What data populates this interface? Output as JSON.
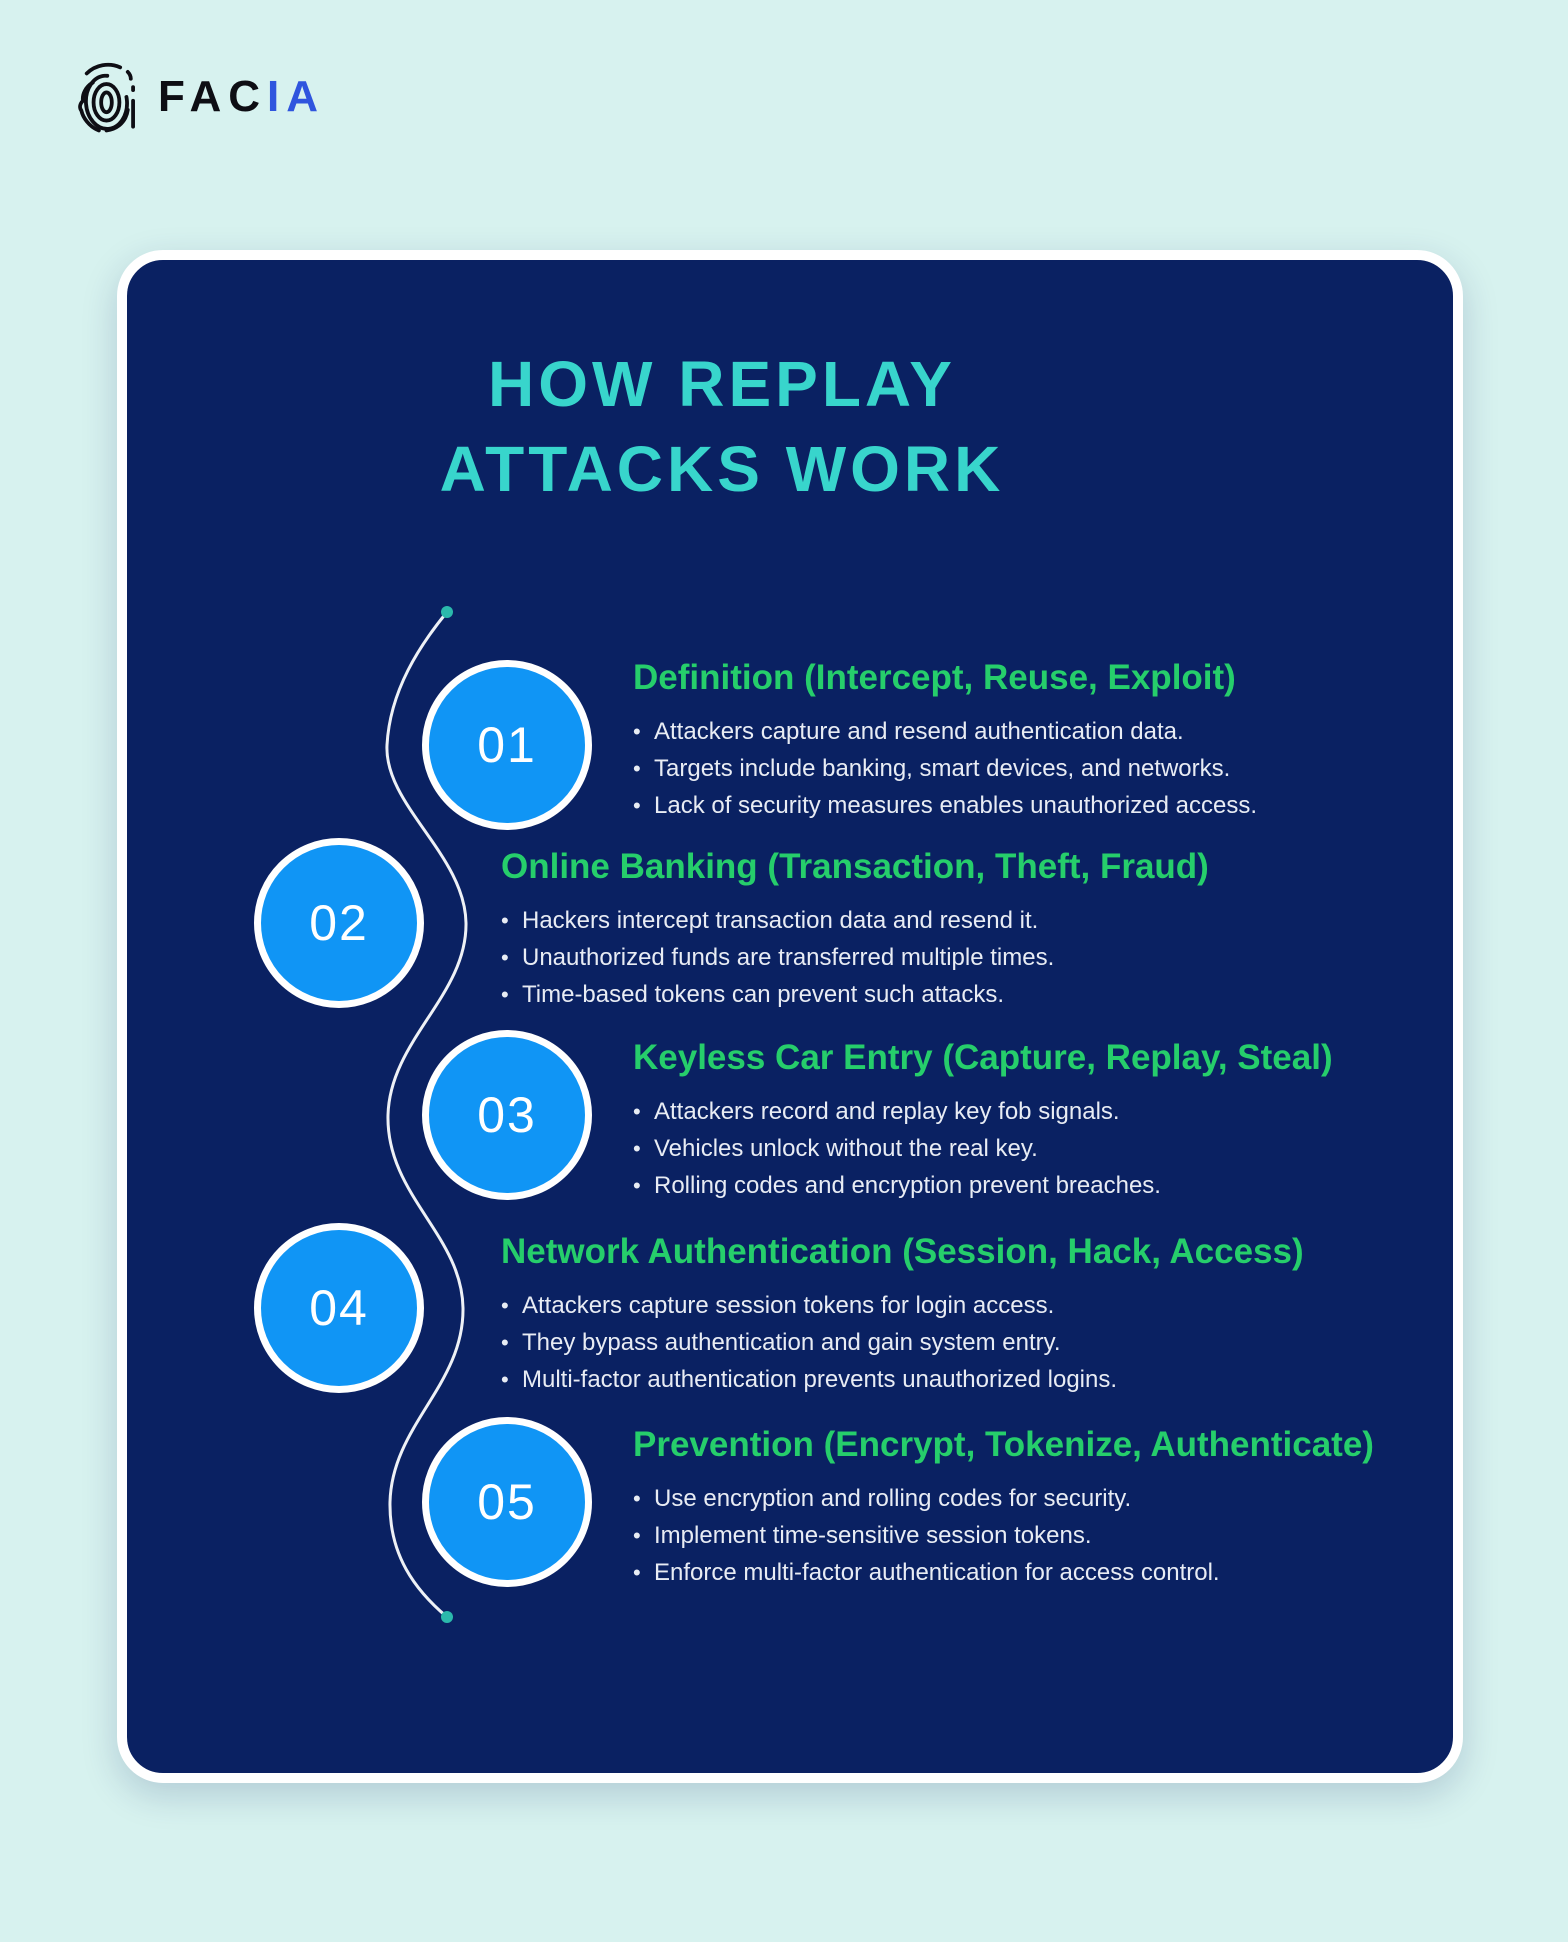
{
  "logo": {
    "brand_black": "FAC",
    "brand_blue": "IA"
  },
  "title": {
    "line1": "HOW REPLAY",
    "line2": "ATTACKS WORK"
  },
  "steps": [
    {
      "number": "01",
      "heading": "Definition (Intercept, Reuse, Exploit)",
      "bullets": [
        "Attackers capture and resend authentication data.",
        "Targets include banking, smart devices, and networks.",
        "Lack of security measures enables unauthorized access."
      ]
    },
    {
      "number": "02",
      "heading": "Online Banking (Transaction, Theft, Fraud)",
      "bullets": [
        "Hackers intercept transaction data and resend it.",
        "Unauthorized funds are transferred multiple times.",
        "Time-based tokens can prevent such attacks."
      ]
    },
    {
      "number": "03",
      "heading": "Keyless Car Entry (Capture, Replay, Steal)",
      "bullets": [
        "Attackers record and replay key fob signals.",
        "Vehicles unlock without the real key.",
        "Rolling codes and encryption prevent breaches."
      ]
    },
    {
      "number": "04",
      "heading": "Network Authentication (Session, Hack, Access)",
      "bullets": [
        "Attackers capture session tokens for login access.",
        "They bypass authentication and gain system entry.",
        "Multi-factor authentication prevents unauthorized logins."
      ]
    },
    {
      "number": "05",
      "heading": "Prevention (Encrypt, Tokenize, Authenticate)",
      "bullets": [
        "Use encryption and rolling codes for security.",
        "Implement time-sensitive session tokens.",
        "Enforce multi-factor authentication for access control."
      ]
    }
  ],
  "colors": {
    "page_background": "#D7F2EF",
    "card_background": "#0A2162",
    "card_border": "#FFFFFF",
    "title_teal": "#38D5CC",
    "heading_green": "#26CE6B",
    "body_text": "#E8ECF4",
    "circle_blue": "#1095F5",
    "circle_ring": "#FFFFFF",
    "timeline_line": "#EEF1F6",
    "timeline_dot": "#2BB9AC",
    "logo_black": "#0E0E14",
    "logo_blue": "#2F55DE"
  }
}
